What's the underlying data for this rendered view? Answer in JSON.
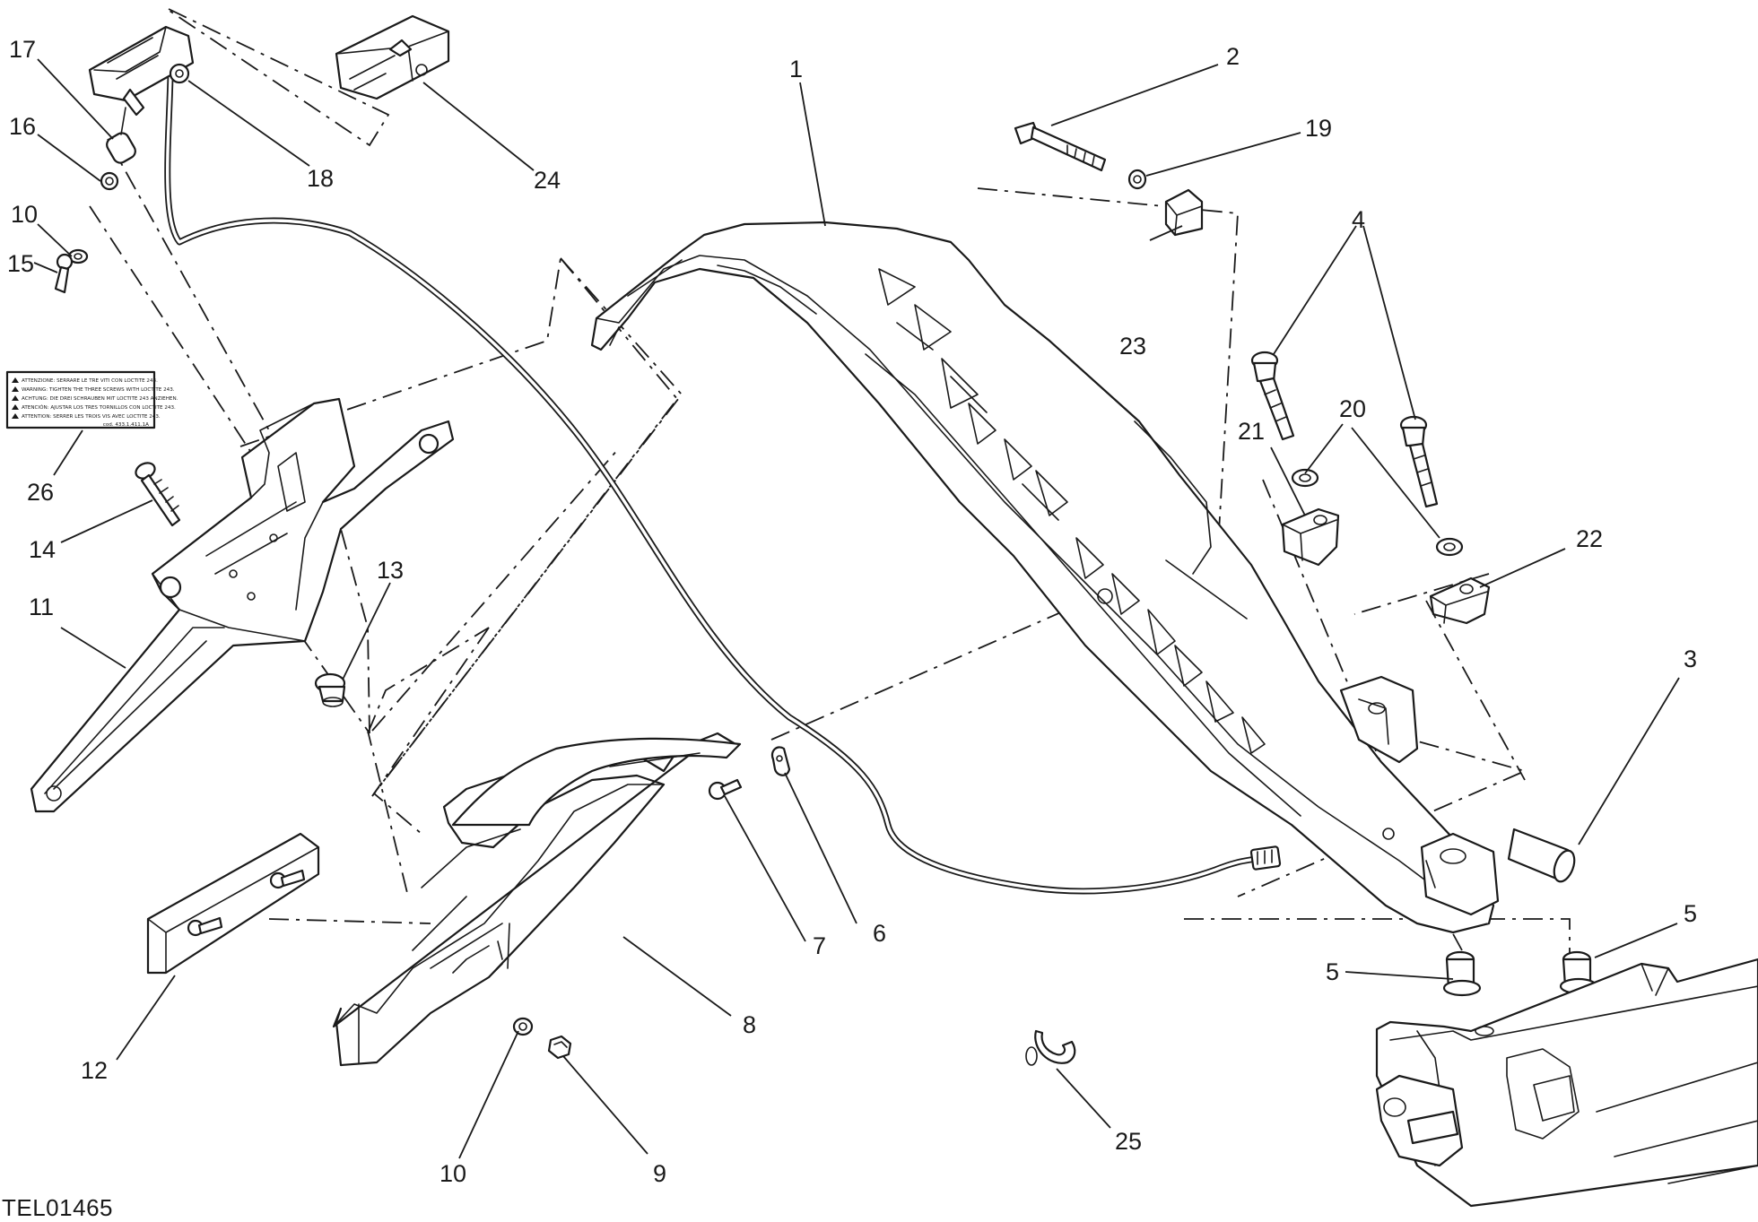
{
  "diagram": {
    "reference_code": "TEL01465",
    "callouts": {
      "c1": "1",
      "c2": "2",
      "c3": "3",
      "c4": "4",
      "c5a": "5",
      "c5b": "5",
      "c6": "6",
      "c7": "7",
      "c8": "8",
      "c9": "9",
      "c10a": "10",
      "c10b": "10",
      "c11": "11",
      "c12": "12",
      "c13": "13",
      "c14": "14",
      "c15": "15",
      "c16": "16",
      "c17": "17",
      "c18": "18",
      "c19": "19",
      "c20": "20",
      "c21": "21",
      "c22": "22",
      "c23": "23",
      "c24": "24",
      "c25": "25",
      "c26": "26"
    },
    "warning_label": {
      "lines": [
        "ATTENZIONE: SERRARE LE TRE VITI CON LOCTITE 243.",
        "WARNING: TIGHTEN THE THREE SCREWS WITH LOCTITE 243.",
        "ACHTUNG: DIE DREI SCHRAUBEN MIT LOCTITE 243 ANZIEHEN.",
        "ATENCIÓN: AJUSTAR LOS TRES TORNILLOS CON LOCTITE 243.",
        "ATTENTION: SERRER LES TROIS VIS AVEC LOCTITE 243."
      ],
      "code": "cod. 433.1.411.1A"
    }
  }
}
